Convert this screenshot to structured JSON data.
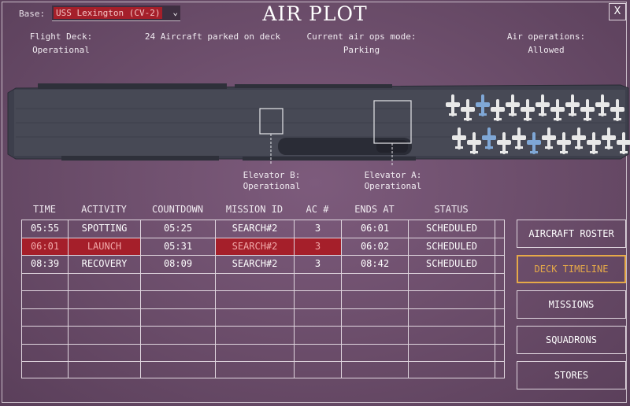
{
  "header": {
    "base_label": "Base:",
    "base_value": "USS Lexington (CV-2)",
    "title": "AIR PLOT",
    "close_label": "X"
  },
  "status": {
    "flight_deck_label": "Flight Deck:",
    "flight_deck_value": "Operational",
    "parked_text": "24 Aircraft parked on deck",
    "ops_mode_label": "Current air ops mode:",
    "ops_mode_value": "Parking",
    "air_ops_label": "Air operations:",
    "air_ops_value": "Allowed"
  },
  "deck": {
    "aircraft_count": 24,
    "elevator_b": {
      "label": "Elevator B:",
      "status": "Operational"
    },
    "elevator_a": {
      "label": "Elevator A:",
      "status": "Operational"
    },
    "colors": {
      "hull": "#3b3d4a",
      "deck": "#4a4c58",
      "aircraft": "#e8e8e8",
      "aircraft_blue": "#7fa7d6"
    }
  },
  "timeline": {
    "headers": [
      "TIME",
      "ACTIVITY",
      "COUNTDOWN",
      "MISSION ID",
      "AC #",
      "ENDS AT",
      "STATUS"
    ],
    "rows": [
      {
        "time": "05:55",
        "activity": "SPOTTING",
        "countdown": "05:25",
        "mission_id": "SEARCH#2",
        "ac": "3",
        "ends_at": "06:01",
        "status": "SCHEDULED",
        "highlight": false
      },
      {
        "time": "06:01",
        "activity": "LAUNCH",
        "countdown": "05:31",
        "mission_id": "SEARCH#2",
        "ac": "3",
        "ends_at": "06:02",
        "status": "SCHEDULED",
        "highlight": true
      },
      {
        "time": "08:39",
        "activity": "RECOVERY",
        "countdown": "08:09",
        "mission_id": "SEARCH#2",
        "ac": "3",
        "ends_at": "08:42",
        "status": "SCHEDULED",
        "highlight": false
      }
    ],
    "highlight_color": "#a51f2a"
  },
  "nav": {
    "aircraft_roster": "AIRCRAFT ROSTER",
    "deck_timeline": "DECK TIMELINE",
    "missions": "MISSIONS",
    "squadrons": "SQUADRONS",
    "stores": "STORES",
    "active": "deck_timeline",
    "active_color": "#e6a948"
  }
}
